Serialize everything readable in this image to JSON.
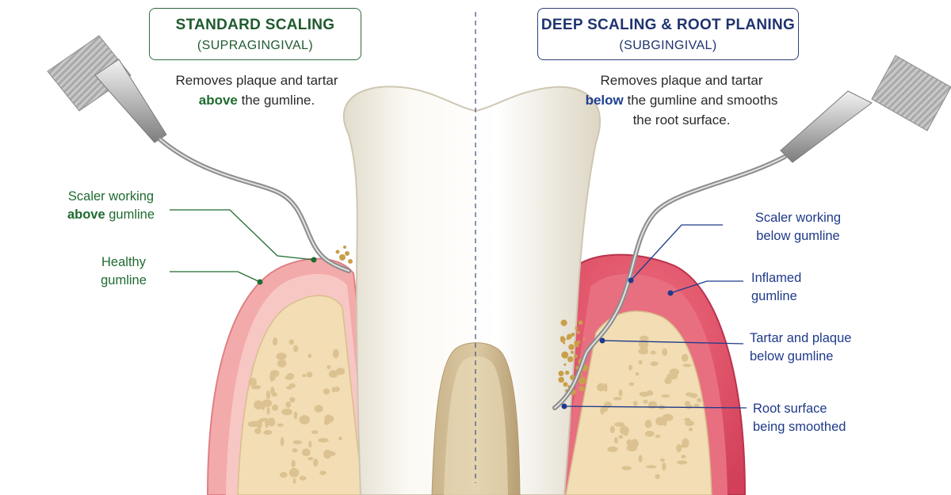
{
  "left_panel": {
    "title": "STANDARD SCALING",
    "subtitle": "(SUPRAGINGIVAL)",
    "desc_line1": "Removes plaque and tartar",
    "desc_emph": "above",
    "desc_line2_rest": " the gumline.",
    "labels": {
      "scaler_line1": "Scaler working",
      "scaler_emph": "above",
      "scaler_rest": " gumline",
      "healthy_line1": "Healthy",
      "healthy_line2": "gumline"
    }
  },
  "right_panel": {
    "title": "DEEP SCALING & ROOT PLANING",
    "subtitle": "(SUBGINGIVAL)",
    "desc_line1": "Removes plaque and tartar",
    "desc_emph": "below",
    "desc_line2_rest": " the gumline and smooths",
    "desc_line3": "the root surface.",
    "labels": {
      "scaler_line1": "Scaler working",
      "scaler_line2": "below gumline",
      "inflamed_line1": "Inflamed",
      "inflamed_line2": "gumline",
      "tartar_line1": "Tartar and plaque",
      "tartar_line2": "below gumline",
      "root_line1": "Root surface",
      "root_line2": "being smoothed"
    }
  },
  "colors": {
    "green_accent": "#1f6b30",
    "blue_accent": "#1f3a8a",
    "gum_healthy": "#f0a3a3",
    "gum_inflamed": "#e0506a",
    "bone": "#f2ddb4",
    "tooth": "#f8f5ee"
  }
}
